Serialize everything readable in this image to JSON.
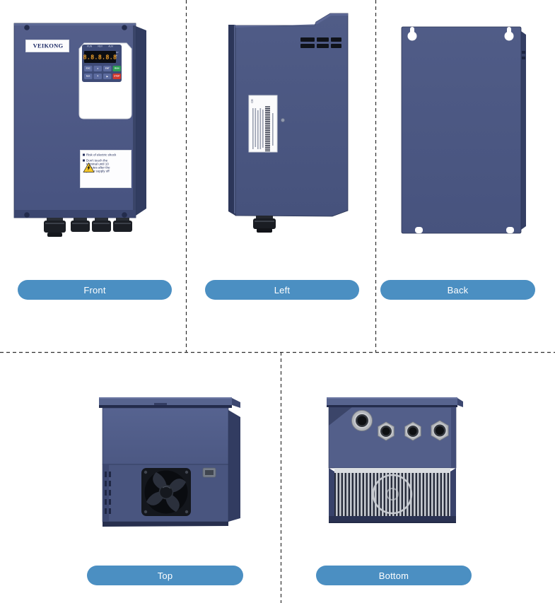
{
  "views": {
    "front": {
      "label": "Front"
    },
    "left": {
      "label": "Left"
    },
    "back": {
      "label": "Back"
    },
    "top": {
      "label": "Top"
    },
    "bottom": {
      "label": "Bottom"
    }
  },
  "device": {
    "brand": "VEIKONG",
    "keypad": {
      "indicators": [
        "RUN",
        "REV",
        "ALM"
      ],
      "display_value": "8.8.8.8.8",
      "units": [
        "Hz",
        "A"
      ],
      "buttons_row1": [
        "ESC",
        "▲",
        "ENT",
        "RUN"
      ],
      "buttons_row2": [
        "M.K",
        "▼",
        "▶",
        "STOP"
      ]
    },
    "warning_label": {
      "line1": "Risk of electric shock",
      "line2": "Don't touch the terminal until 10 minutes after the power supply off"
    },
    "side_label_mark": "CE"
  },
  "colors": {
    "pill_blue": "#4b8fc2",
    "body_blue": "#4f5c86",
    "body_dark": "#333e63",
    "display_amber": "#ffab2e",
    "run_green": "#2f9e55",
    "stop_red": "#d23a2e",
    "warning_yellow": "#f7c82a",
    "dashed_line": "#2e2e2e"
  }
}
